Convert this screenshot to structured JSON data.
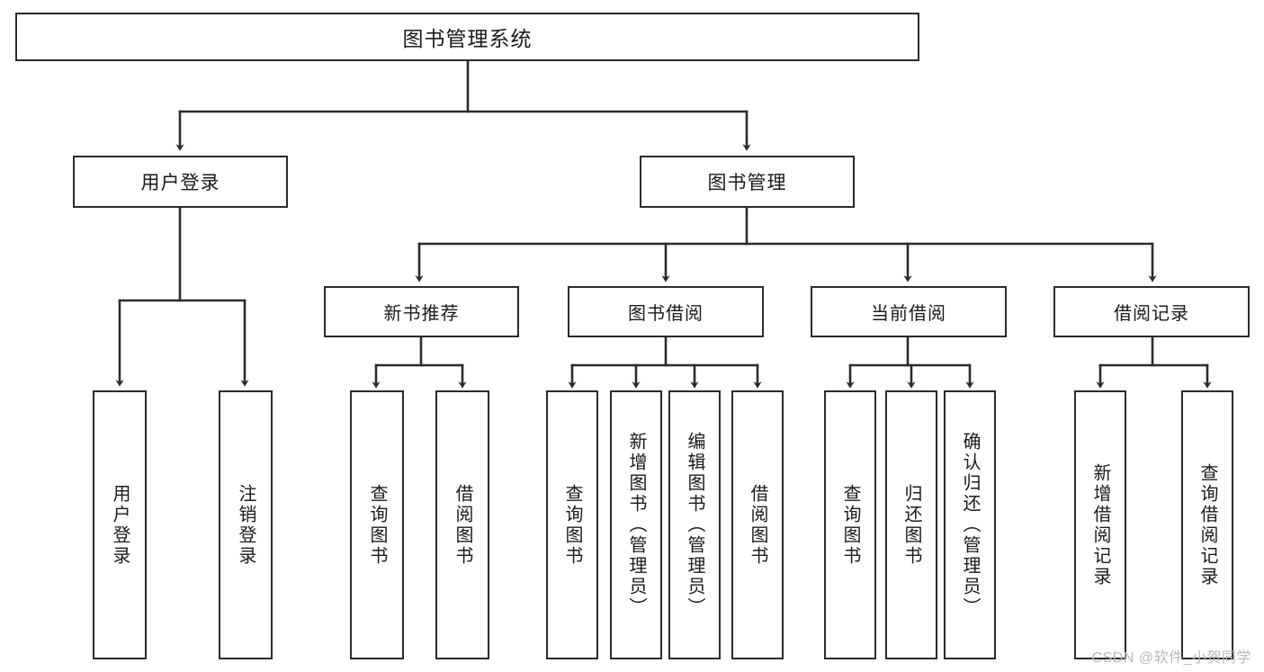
{
  "diagram": {
    "title": "图书管理系统",
    "type": "功能结构图",
    "colors": {
      "box_border": "#2b2b2b",
      "box_fill": "#ffffff",
      "connector": "#2b2b2b",
      "text": "#1a1a1a",
      "watermark": "#b9b9b9",
      "background": "#ffffff"
    },
    "root": {
      "label": "图书管理系统"
    },
    "level2": [
      {
        "id": "user-login",
        "label": "用户登录"
      },
      {
        "id": "book-manage",
        "label": "图书管理"
      }
    ],
    "level3": [
      {
        "id": "new-book-recommend",
        "label": "新书推荐",
        "parent": "book-manage"
      },
      {
        "id": "book-borrow",
        "label": "图书借阅",
        "parent": "book-manage"
      },
      {
        "id": "current-borrow",
        "label": "当前借阅",
        "parent": "book-manage"
      },
      {
        "id": "borrow-record",
        "label": "借阅记录",
        "parent": "book-manage"
      }
    ],
    "leaves": {
      "user_login": [
        {
          "id": "leaf-user-login",
          "label": "用户登录"
        },
        {
          "id": "leaf-user-logout",
          "label": "注销登录"
        }
      ],
      "new_book_recommend": [
        {
          "id": "leaf-query-book-1",
          "label": "查询图书"
        },
        {
          "id": "leaf-borrow-book-1",
          "label": "借阅图书"
        }
      ],
      "book_borrow": [
        {
          "id": "leaf-query-book-2",
          "label": "查询图书"
        },
        {
          "id": "leaf-add-book",
          "label": "新增图书（管理员）"
        },
        {
          "id": "leaf-edit-book",
          "label": "编辑图书（管理员）"
        },
        {
          "id": "leaf-borrow-book-2",
          "label": "借阅图书"
        }
      ],
      "current_borrow": [
        {
          "id": "leaf-query-book-3",
          "label": "查询图书"
        },
        {
          "id": "leaf-return-book",
          "label": "归还图书"
        },
        {
          "id": "leaf-confirm-return",
          "label": "确认归还（管理员）"
        }
      ],
      "borrow_record": [
        {
          "id": "leaf-add-record",
          "label": "新增借阅记录"
        },
        {
          "id": "leaf-query-record",
          "label": "查询借阅记录"
        }
      ]
    }
  },
  "watermark": {
    "text": "CSDN @软件_小贺同学"
  }
}
